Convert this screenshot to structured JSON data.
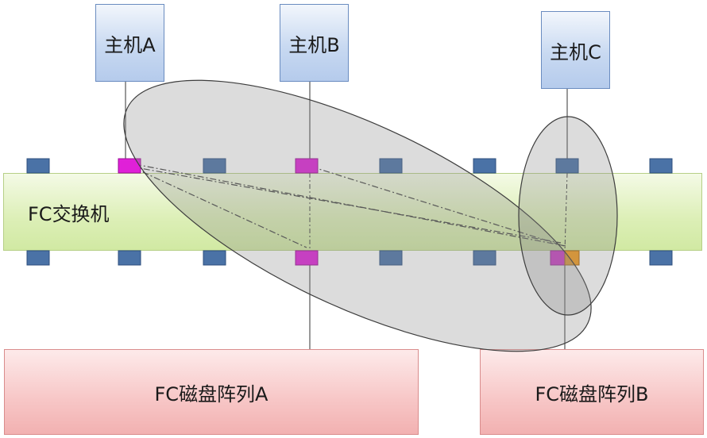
{
  "hosts": [
    {
      "label": "主机A"
    },
    {
      "label": "主机B"
    },
    {
      "label": "主机C"
    }
  ],
  "switch": {
    "label": "FC交换机"
  },
  "arrays": [
    {
      "label": "FC磁盘阵列A"
    },
    {
      "label": "FC磁盘阵列B"
    }
  ],
  "colors": {
    "port_default": "#4a72a6",
    "port_zone_a": "#e020d8",
    "port_zone_b": "#f39a1c",
    "zone_fill": "rgba(140,140,140,0.30)",
    "host_fill": "#c8d9f1",
    "switch_fill": "#dcefb6",
    "array_fill": "#f7c6c6"
  }
}
